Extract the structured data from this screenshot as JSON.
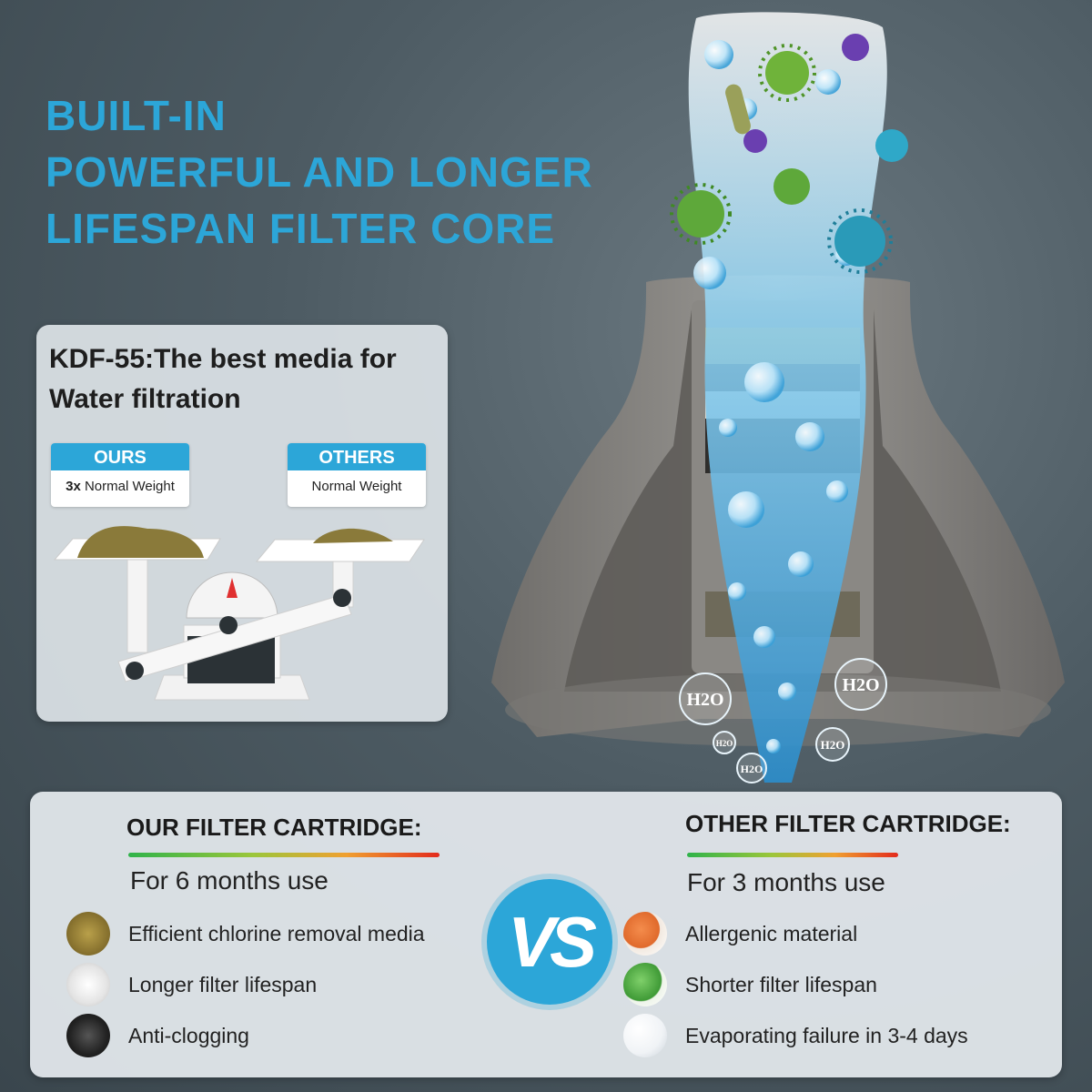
{
  "headline": {
    "line1": "BUILT-IN",
    "line2": "POWERFUL AND LONGER",
    "line3": "LIFESPAN FILTER CORE"
  },
  "product": {
    "h2o_label": "H2O"
  },
  "kdf": {
    "title": "KDF-55:The best media for Water filtration",
    "ours": {
      "header": "OURS",
      "multiplier": "3x",
      "weight": "Normal Weight"
    },
    "others": {
      "header": "OTHERS",
      "weight": "Normal Weight"
    }
  },
  "comparison": {
    "vs_label": "VS",
    "ours": {
      "title": "OUR FILTER CARTRIDGE:",
      "duration": "For 6 months use",
      "items": [
        {
          "label": "Efficient chlorine removal media",
          "icon": "brown-granules-icon"
        },
        {
          "label": "Longer filter lifespan",
          "icon": "white-beads-icon"
        },
        {
          "label": "Anti-clogging",
          "icon": "black-granules-icon"
        }
      ]
    },
    "others": {
      "title": "OTHER FILTER CARTRIDGE:",
      "duration": "For 3 months use",
      "items": [
        {
          "label": "Allergenic material",
          "icon": "orange-balls-icon"
        },
        {
          "label": "Shorter filter lifespan",
          "icon": "green-beads-icon"
        },
        {
          "label": "Evaporating failure in 3-4 days",
          "icon": "white-spheres-icon"
        }
      ]
    }
  },
  "colors": {
    "accent": "#2ca6d8",
    "bar_start": "#2fb34a",
    "bar_end": "#e32a1c"
  }
}
